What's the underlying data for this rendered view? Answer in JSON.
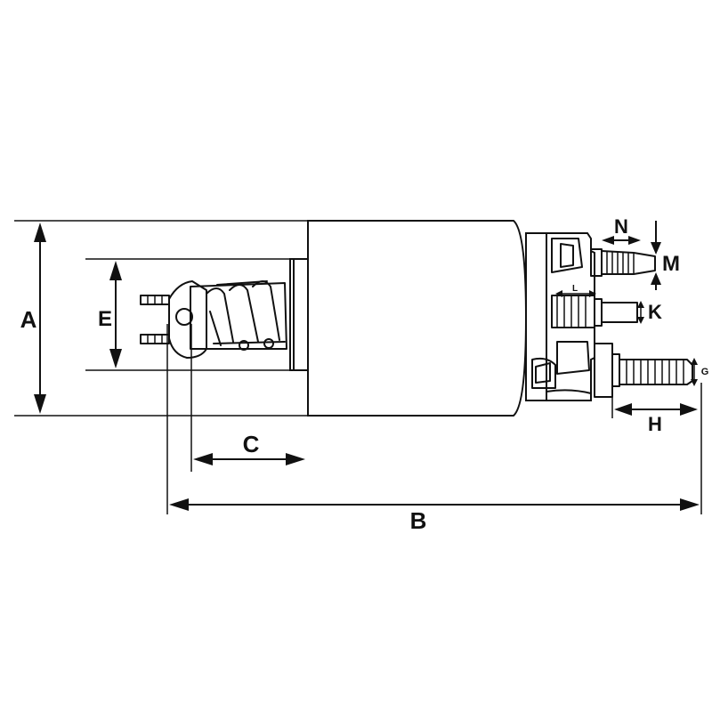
{
  "dimension_labels": {
    "a": "A",
    "b": "B",
    "c": "C",
    "e": "E",
    "g": "G",
    "h": "H",
    "k": "K",
    "l": "L",
    "m": "M",
    "n": "N"
  }
}
